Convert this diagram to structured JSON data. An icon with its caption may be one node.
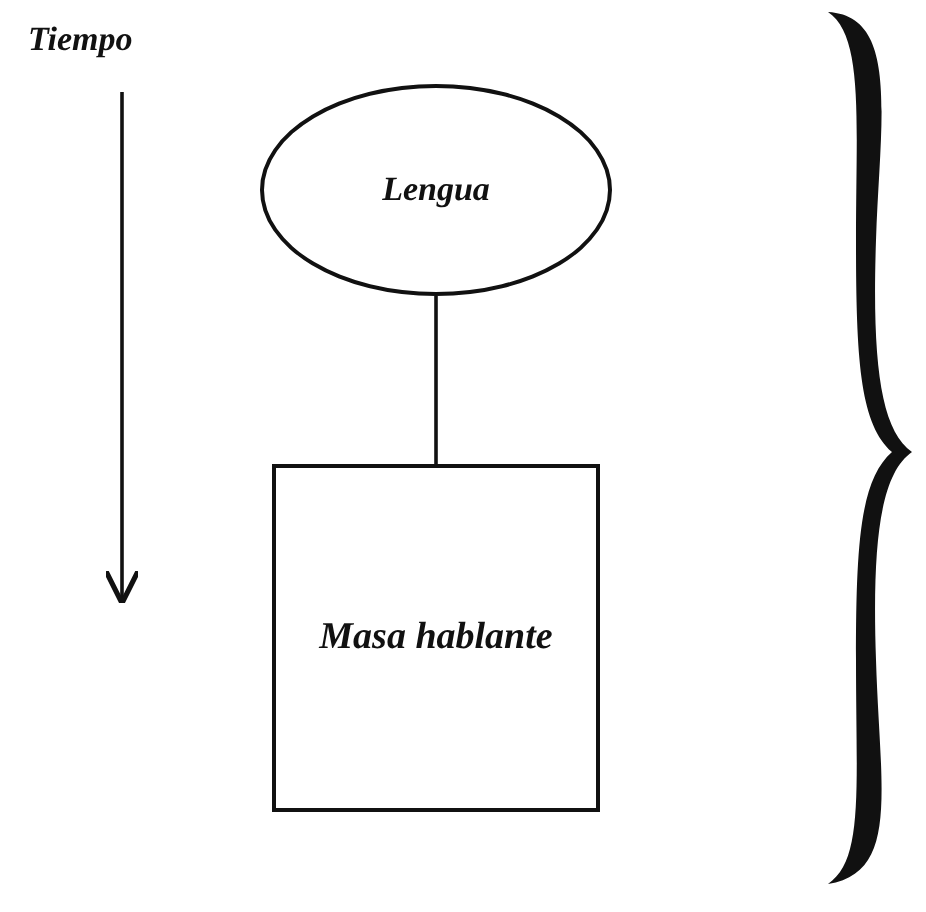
{
  "diagram": {
    "nodes": [
      {
        "text": [
          "Lengua"
        ]
      },
      {
        "text": [
          "Masa hablante"
        ]
      },
      {
        "text": [],
        "shape": "brace"
      }
    ],
    "edges": [
      {
        "from": 0,
        "to": 1,
        "arrow": "none"
      }
    ],
    "labels": [
      "Tiempo"
    ]
  }
}
